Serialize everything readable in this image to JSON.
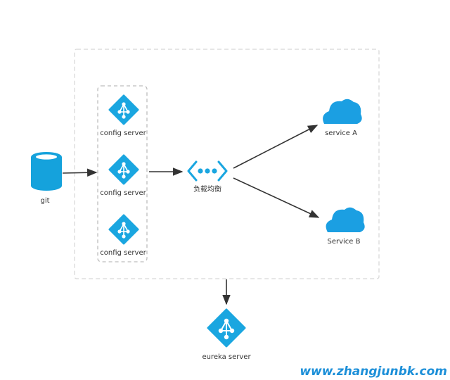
{
  "colors": {
    "icon_blue": "#1aa6e0",
    "cloud_blue": "#1b9fe2",
    "git_blue": "#15a2dc",
    "arrow": "#333333",
    "dashed_border": "#d8d8d8",
    "label": "#333333",
    "watermark": "#1c8fd8"
  },
  "nodes": {
    "git": {
      "label": "git",
      "icon": "database-icon"
    },
    "config_servers": [
      {
        "label": "config server",
        "icon": "diamond-network-icon"
      },
      {
        "label": "config server",
        "icon": "diamond-network-icon"
      },
      {
        "label": "config server",
        "icon": "diamond-network-icon"
      }
    ],
    "load_balancer": {
      "label": "负载均衡",
      "icon": "load-balancer-icon"
    },
    "service_a": {
      "label": "service A",
      "icon": "cloud-icon"
    },
    "service_b": {
      "label": "Service B",
      "icon": "cloud-icon"
    },
    "eureka": {
      "label": "eureka server",
      "icon": "diamond-network-icon"
    }
  },
  "edges": [
    {
      "from": "git",
      "to": "config-group"
    },
    {
      "from": "config-group",
      "to": "load-balancer"
    },
    {
      "from": "load-balancer",
      "to": "service-a"
    },
    {
      "from": "load-balancer",
      "to": "service-b"
    },
    {
      "from": "outer-container",
      "to": "eureka-server"
    }
  ],
  "watermark": "www.zhangjunbk.com"
}
